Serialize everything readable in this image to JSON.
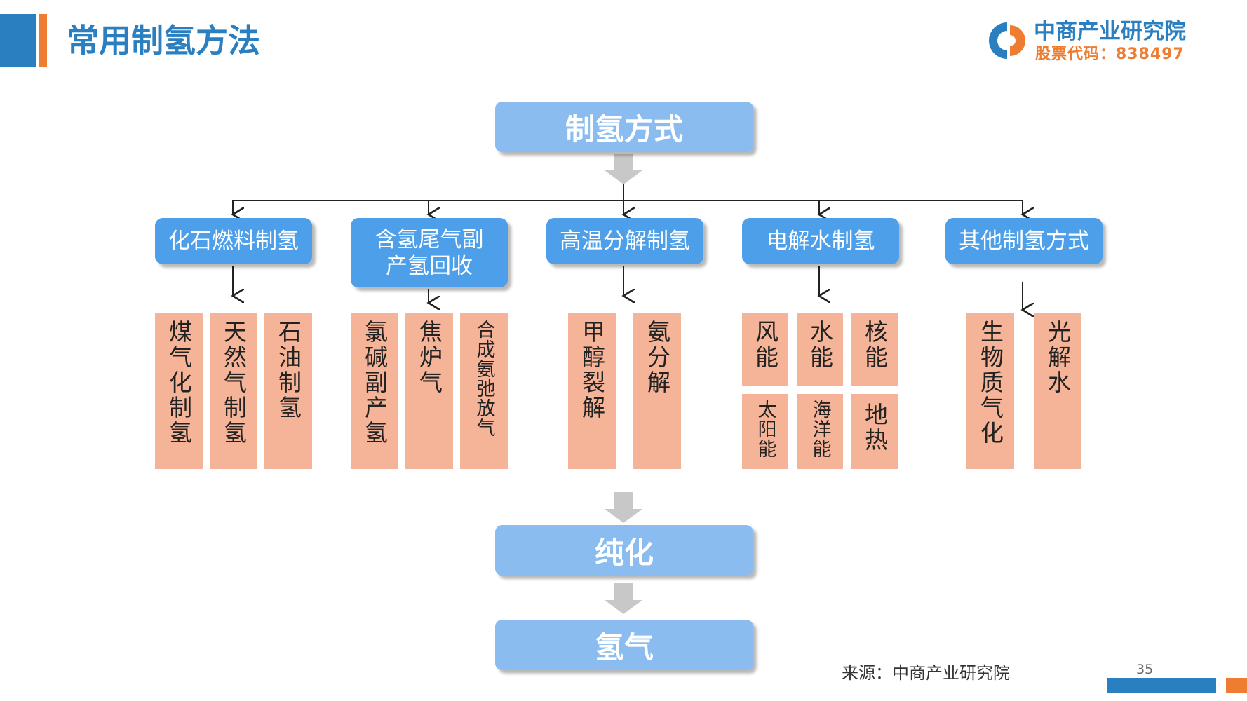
{
  "header": {
    "title": "常用制氢方法",
    "logo_name": "中商产业研究院",
    "logo_code": "股票代码：838497",
    "colors": {
      "blue": "#2a7fc0",
      "orange": "#ee7d31"
    }
  },
  "diagram": {
    "root": "制氢方式",
    "categories": [
      {
        "label": "化石燃料制氢",
        "items": [
          "煤气化制氢",
          "天然气制氢",
          "石油制氢"
        ]
      },
      {
        "label": "含氢尾气副\n产氢回收",
        "items": [
          "氯碱副产氢",
          "焦炉气",
          "合成氨弛放气"
        ]
      },
      {
        "label": "高温分解制氢",
        "items": [
          "甲醇裂解",
          "氨分解"
        ]
      },
      {
        "label": "电解水制氢",
        "items": [
          "风能",
          "水能",
          "核能",
          "太阳能",
          "海洋能",
          "地热"
        ]
      },
      {
        "label": "其他制氢方式",
        "items": [
          "生物质气化",
          "光解水"
        ]
      }
    ],
    "purification": "纯化",
    "result": "氢气",
    "colors": {
      "main_box": "#8abcf0",
      "category_box": "#4c9fe8",
      "leaf": "#f5b397",
      "arrow": "#c8c8c8"
    }
  },
  "footer": {
    "source": "来源：中商产业研究院",
    "page_number": "35"
  }
}
